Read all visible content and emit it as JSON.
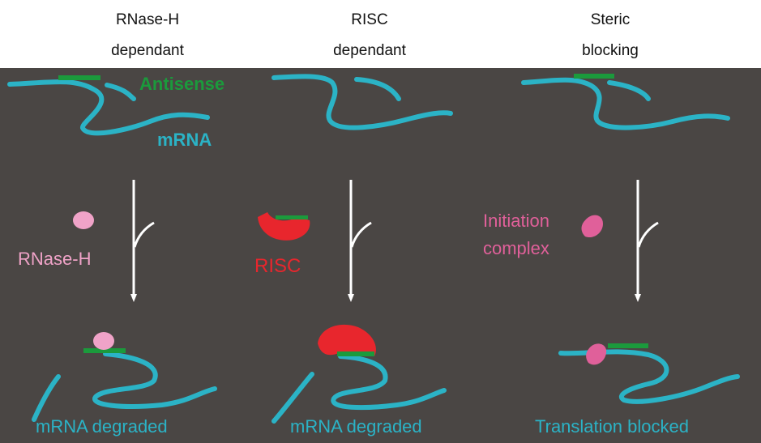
{
  "columns": [
    {
      "title_line1": "RNase-H",
      "title_line2": "dependant",
      "enzyme_label": "RNase-H",
      "result_label": "mRNA degraded"
    },
    {
      "title_line1": "RISC",
      "title_line2": "dependant",
      "enzyme_label": "RISC",
      "result_label": "mRNA degraded"
    },
    {
      "title_line1": "Steric",
      "title_line2": "blocking",
      "enzyme_label_line1": "Initiation",
      "enzyme_label_line2": "complex",
      "result_label": "Translation blocked"
    }
  ],
  "labels": {
    "antisense": "Antisense",
    "mrna": "mRNA"
  },
  "colors": {
    "background": "#4a4644",
    "mrna": "#2bb3c6",
    "antisense": "#1b9a3c",
    "rnase_h": "#f0a3c8",
    "risc": "#e8262d",
    "initiation_complex": "#e0609a",
    "arrow": "#ffffff"
  }
}
